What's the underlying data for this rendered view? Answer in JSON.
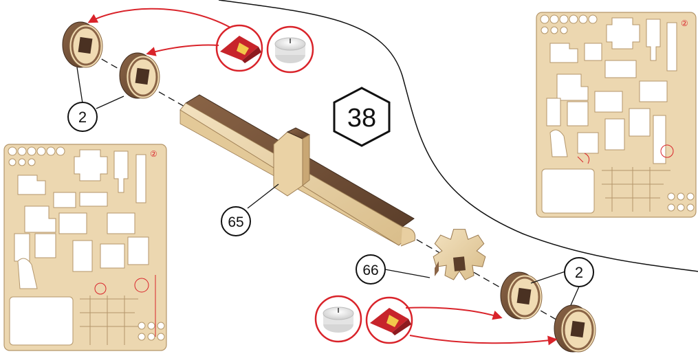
{
  "step": {
    "number": "38"
  },
  "callouts": {
    "ring_top": "2",
    "ring_bottom": "2",
    "axle": "65",
    "gear": "66"
  },
  "colors": {
    "accent_red": "#d9232a",
    "wood_light": "#ecd7b0",
    "wood_dark": "#6f4f37",
    "outline": "#111111"
  },
  "icons": [
    "sandpaper-icon",
    "candle-wax-icon",
    "plywood-sheet-icon"
  ]
}
